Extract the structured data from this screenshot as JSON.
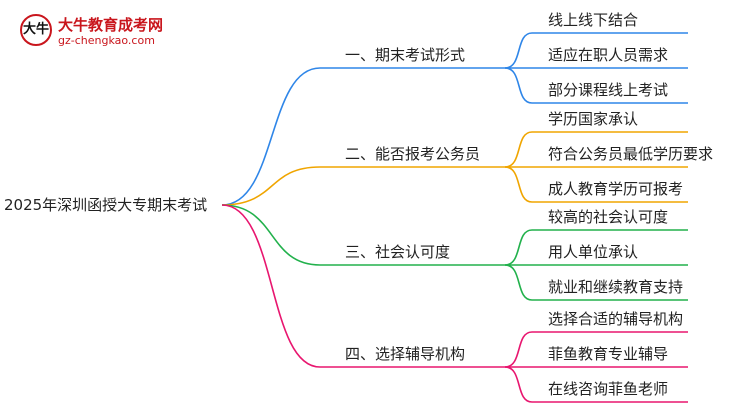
{
  "logo": {
    "mark": "大牛",
    "title": "大牛教育成考网",
    "url": "gz-chengkao.com"
  },
  "root": "2025年深圳函授大专期末考试",
  "branches": [
    {
      "label": "一、期末考试形式",
      "color": "#2f86e8",
      "children": [
        "线上线下结合",
        "适应在职人员需求",
        "部分课程线上考试"
      ]
    },
    {
      "label": "二、能否报考公务员",
      "color": "#f0a500",
      "children": [
        "学历国家承认",
        "符合公务员最低学历要求",
        "成人教育学历可报考"
      ]
    },
    {
      "label": "三、社会认可度",
      "color": "#22b14c",
      "children": [
        "较高的社会认可度",
        "用人单位承认",
        "就业和继续教育支持"
      ]
    },
    {
      "label": "四、选择辅导机构",
      "color": "#e8166f",
      "children": [
        "选择合适的辅导机构",
        "菲鱼教育专业辅导",
        "在线咨询菲鱼老师"
      ]
    }
  ]
}
